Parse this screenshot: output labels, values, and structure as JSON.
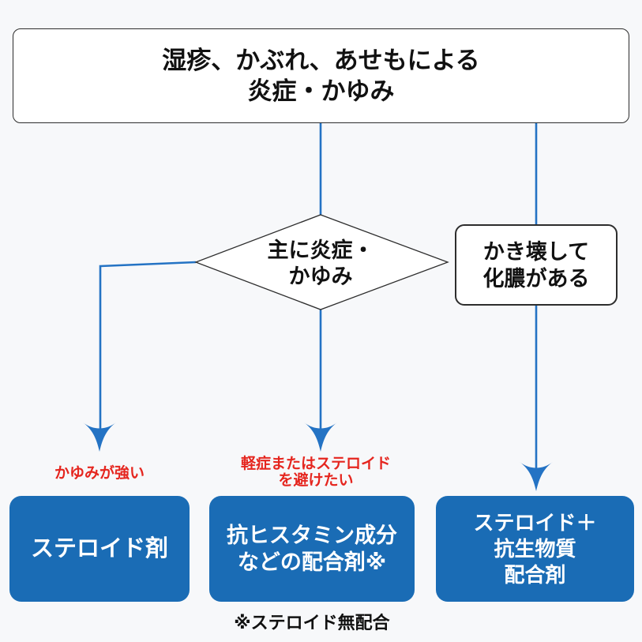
{
  "colors": {
    "background": "#f7f8fa",
    "result_box_blue": "#1a6cb5",
    "connector_blue": "#2473c4",
    "label_red": "#e5261f",
    "node_border": "#2d2d2d",
    "node_fill": "#ffffff",
    "text_dark": "#111111",
    "text_white": "#ffffff"
  },
  "flowchart": {
    "start": {
      "line1": "湿疹、かぶれ、あせもによる",
      "line2": "炎症・かゆみ"
    },
    "decision": {
      "line1": "主に炎症・",
      "line2": "かゆみ"
    },
    "right_condition": {
      "line1": "かき壊して",
      "line2": "化膿がある"
    },
    "branch_notes": {
      "left": "かゆみが強い",
      "middle": {
        "line1": "軽症またはステロイド",
        "line2": "を避けたい"
      }
    },
    "results": {
      "left": {
        "line1": "ステロイド剤"
      },
      "middle": {
        "line1": "抗ヒスタミン成分",
        "line2": "などの配合剤※"
      },
      "right": {
        "line1": "ステロイド＋",
        "line2": "抗生物質",
        "line3": "配合剤"
      }
    },
    "footnote": "※ステロイド無配合"
  }
}
